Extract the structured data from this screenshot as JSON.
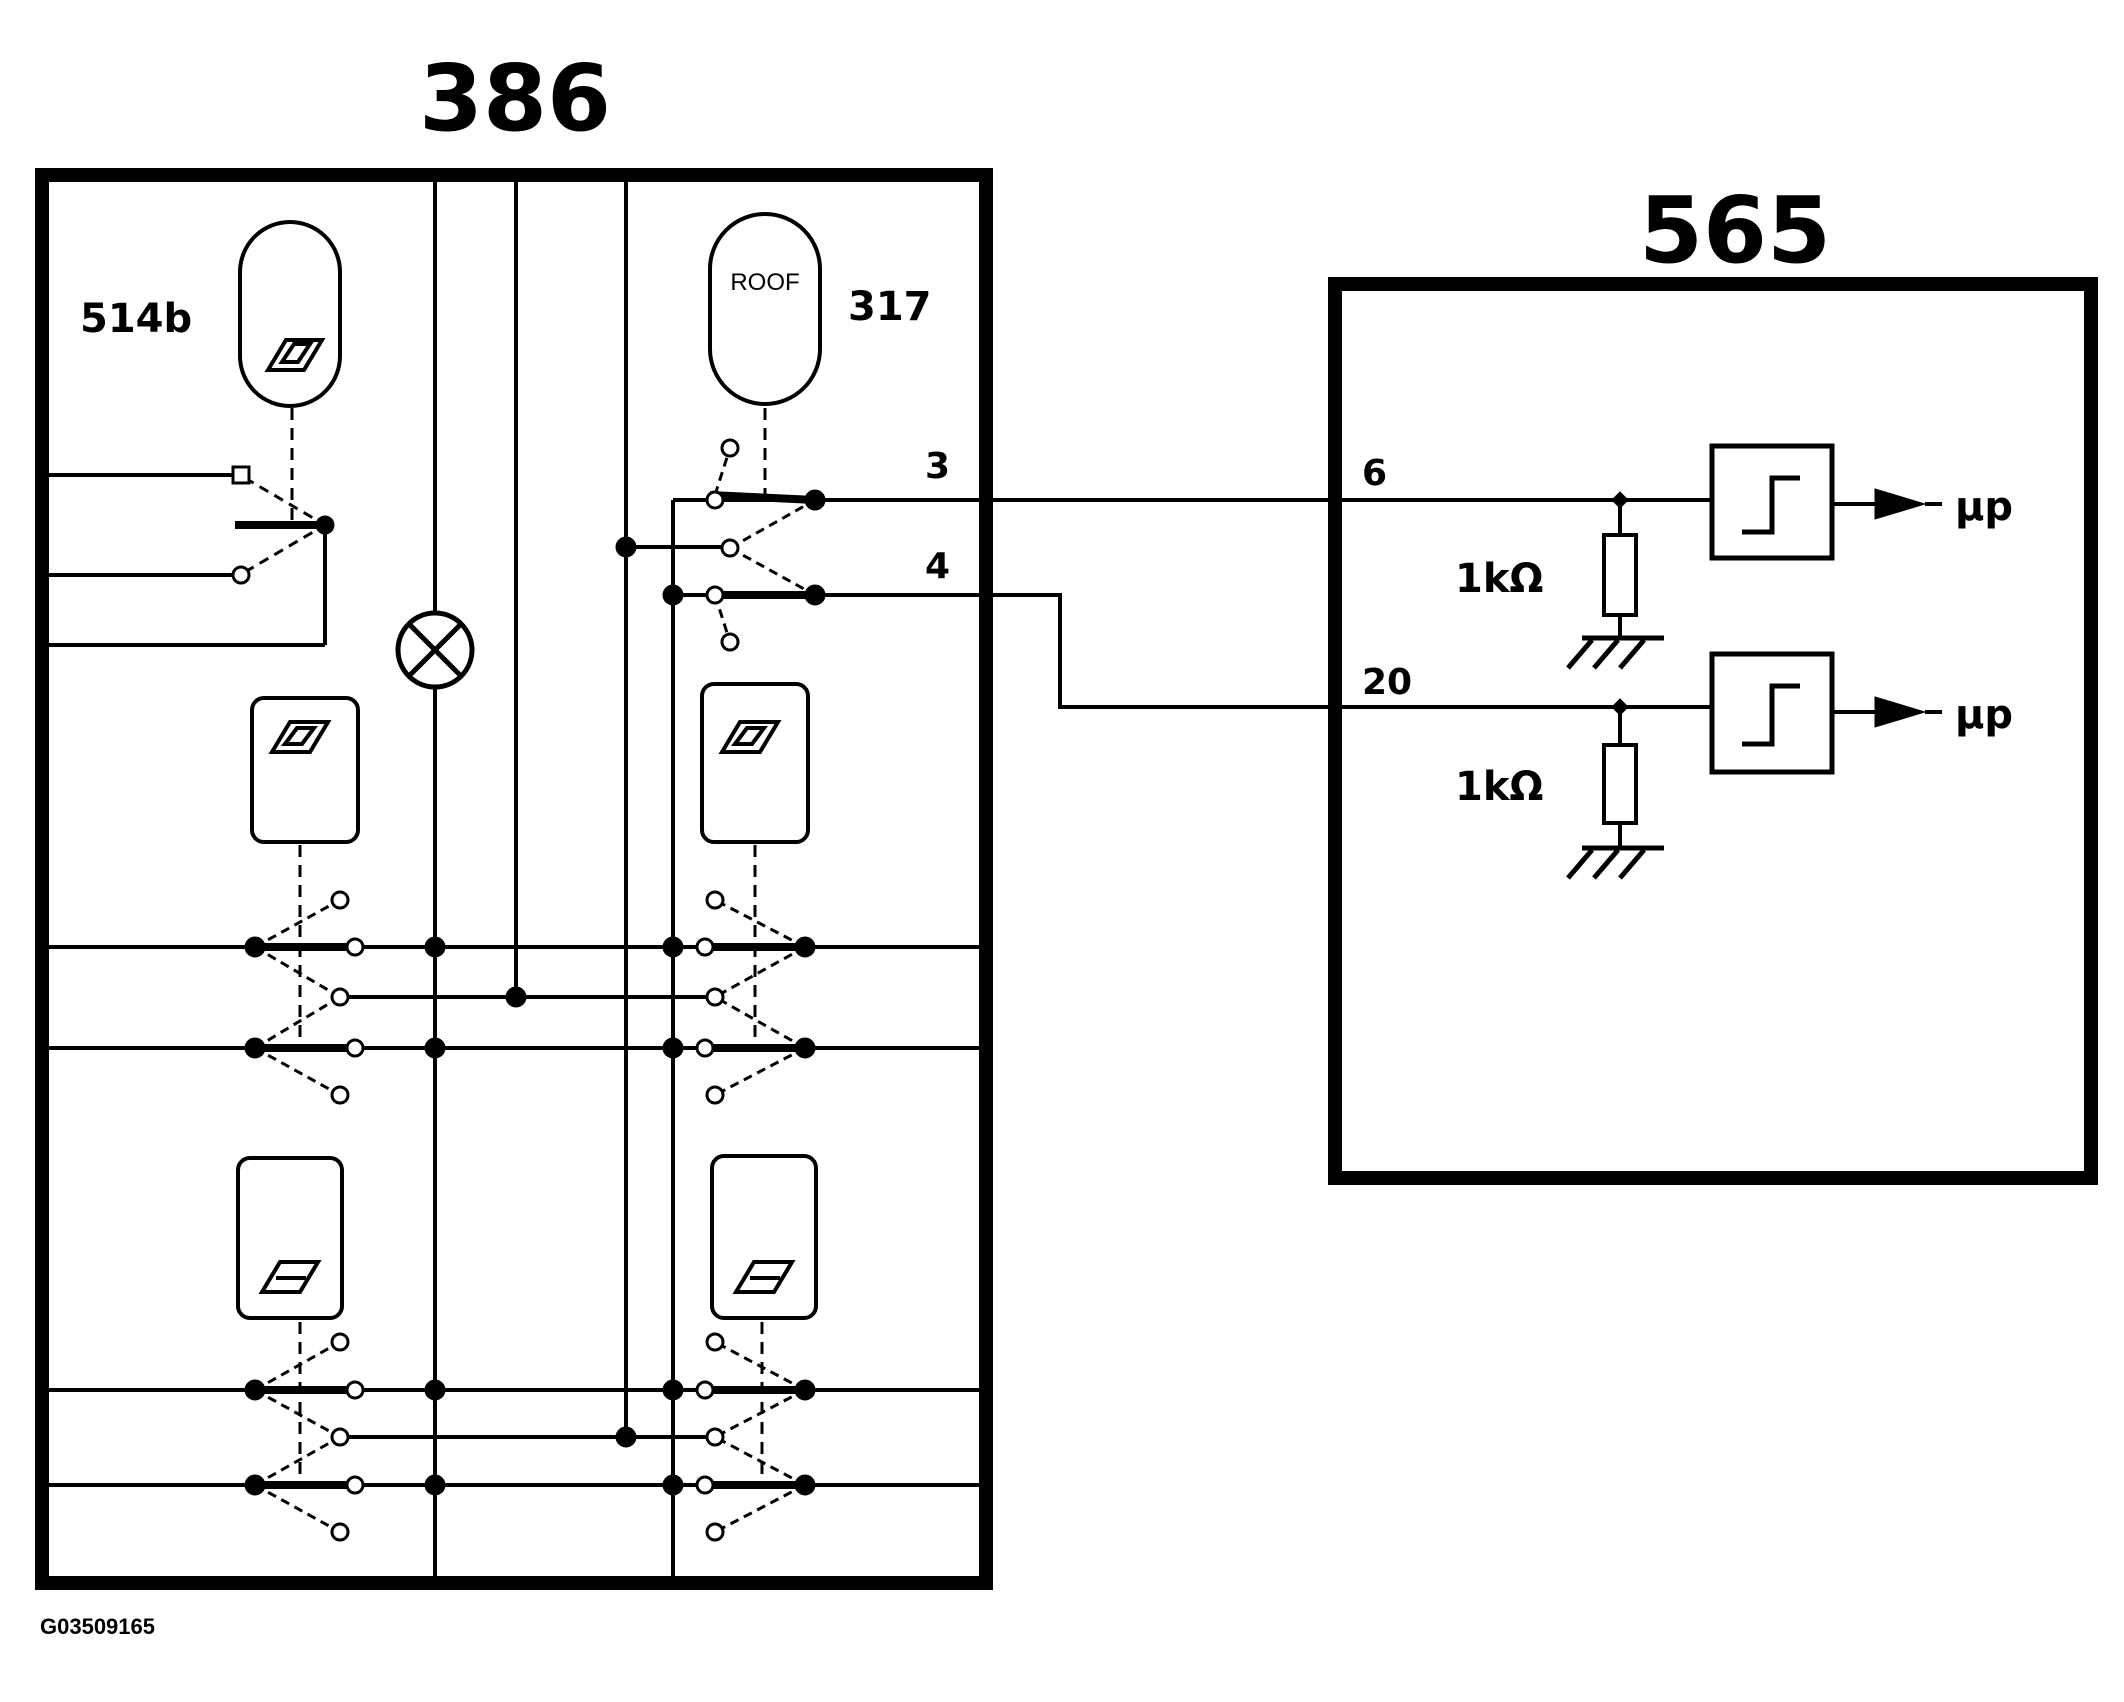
{
  "labels": {
    "module_left": "386",
    "module_right": "565",
    "switch_514b": "514b",
    "switch_317": "317",
    "pin_3": "3",
    "pin_4": "4",
    "pin_6": "6",
    "pin_20": "20",
    "resistor_upper": "1kΩ",
    "resistor_lower": "1kΩ",
    "output_upper": "µp",
    "output_lower": "µp",
    "figure_code": "G03509165",
    "button_317_text": "ROOF"
  },
  "colors": {
    "ink": "#000000",
    "paper": "#ffffff"
  }
}
